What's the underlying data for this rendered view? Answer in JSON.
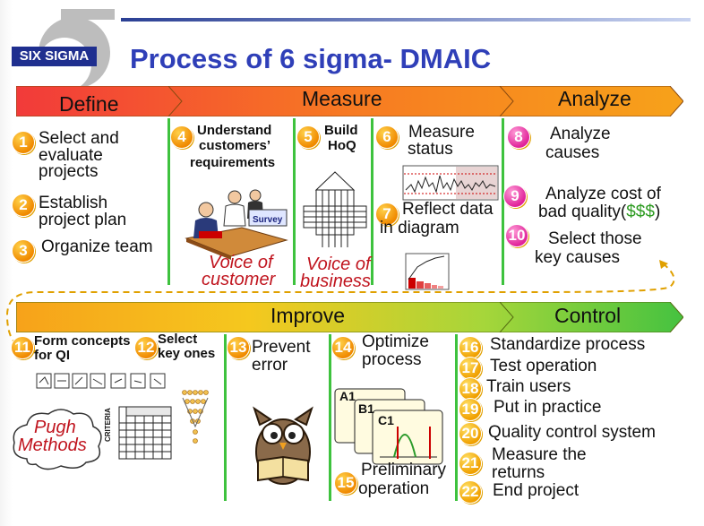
{
  "header": {
    "logo_text": "SIX SIGMA",
    "title": "Process of 6 sigma- DMAIC"
  },
  "phases_top": {
    "define": "Define",
    "measure": "Measure",
    "analyze": "Analyze"
  },
  "phases_bottom": {
    "improve": "Improve",
    "control": "Control"
  },
  "steps": {
    "s1": {
      "num": "1",
      "l1": "Select and",
      "l2": "evaluate",
      "l3": "projects"
    },
    "s2": {
      "num": "2",
      "l1": "Establish",
      "l2": "project plan"
    },
    "s3": {
      "num": "3",
      "l1": "Organize team"
    },
    "s4": {
      "num": "4",
      "l1": "Understand",
      "l2": "customers’",
      "l3": "requirements"
    },
    "s5": {
      "num": "5",
      "l1": "Build",
      "l2": "HoQ"
    },
    "s6": {
      "num": "6",
      "l1": "Measure",
      "l2": "status"
    },
    "s7": {
      "num": "7",
      "l1": "Reflect data",
      "l2": "in diagram"
    },
    "s8": {
      "num": "8",
      "l1": "Analyze",
      "l2": "causes"
    },
    "s9": {
      "num": "9",
      "l1": "Analyze cost of",
      "l2a": "bad quality(",
      "l2b": "$$$",
      "l2c": ")"
    },
    "s10": {
      "num": "10",
      "l1": "Select those",
      "l2": "key causes"
    },
    "s11": {
      "num": "11",
      "l1": "Form concepts",
      "l2": "for QI"
    },
    "s12": {
      "num": "12",
      "l1": "Select",
      "l2": "key ones"
    },
    "s13": {
      "num": "13",
      "l1": "Prevent",
      "l2": "error"
    },
    "s14": {
      "num": "14",
      "l1": "Optimize",
      "l2": "process"
    },
    "s15": {
      "num": "15",
      "l1": "Preliminary",
      "l2": "operation"
    },
    "s16": {
      "num": "16",
      "l1": "Standardize process"
    },
    "s17": {
      "num": "17",
      "l1": "Test operation"
    },
    "s18": {
      "num": "18",
      "l1": "Train users"
    },
    "s19": {
      "num": "19",
      "l1": "Put in practice"
    },
    "s20": {
      "num": "20",
      "l1": "Quality control system"
    },
    "s21": {
      "num": "21",
      "l1": "Measure the",
      "l2": "returns"
    },
    "s22": {
      "num": "22",
      "l1": "End project"
    }
  },
  "labels": {
    "voice_customer_1": "Voice of",
    "voice_customer_2": "customer",
    "voice_business_1": "Voice of",
    "voice_business_2": "business",
    "survey": "Survey",
    "pugh_1": "Pugh",
    "pugh_2": "Methods",
    "criteria": "CRITERIA",
    "a1": "A1",
    "b1": "B1",
    "c1": "C1"
  },
  "colors": {
    "title": "#2f3fb8",
    "logo_bg": "#1f2f8f",
    "divider": "#3ec23e",
    "voice": "#c0141e",
    "money": "#2e9b22"
  }
}
